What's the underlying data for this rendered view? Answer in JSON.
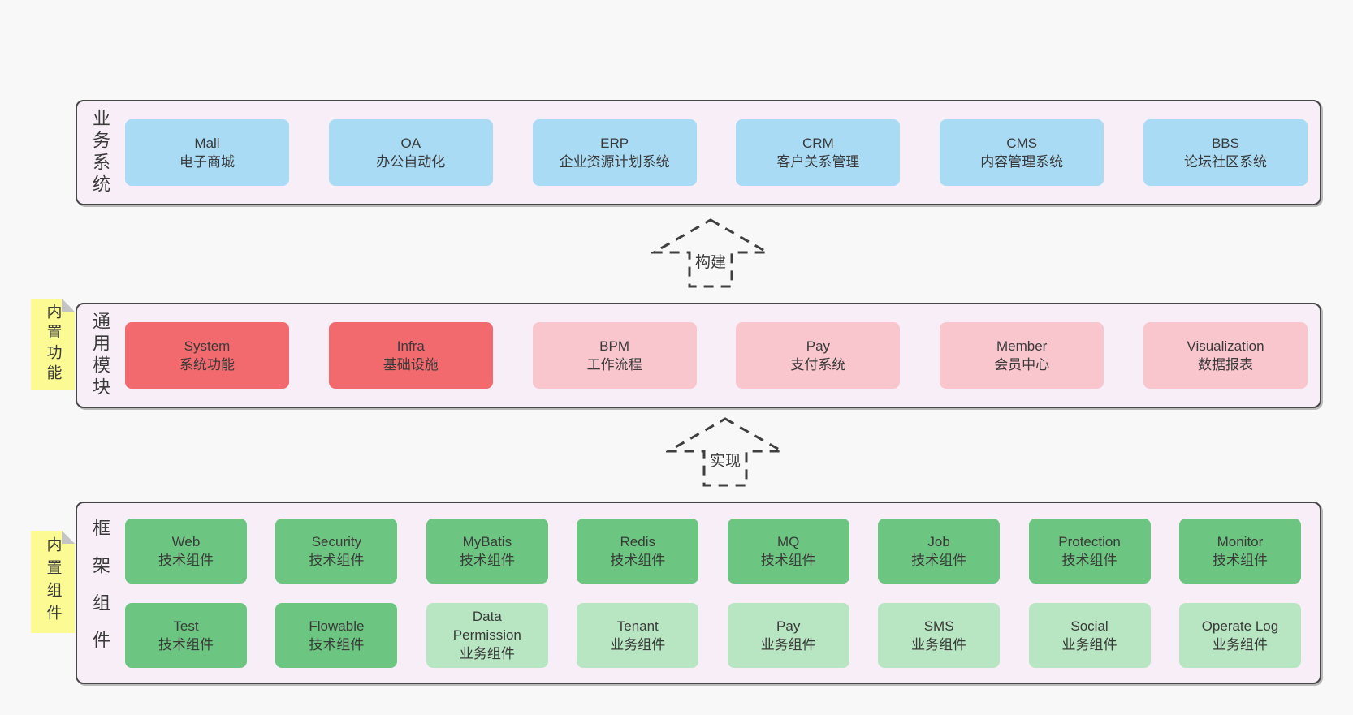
{
  "diagram": {
    "colors": {
      "page_bg": "#f8f8f8",
      "band_bg": "#f8eef7",
      "band_border": "#474747",
      "blue_box": "#a9dbf5",
      "red_box": "#f26a6e",
      "pink_box": "#fac6ce",
      "green_dark_box": "#6cc580",
      "green_light_box": "#b9e6c2",
      "sticky_note": "#fbfa93",
      "text": "#3a3a3a"
    },
    "arrows": [
      {
        "label": "构建"
      },
      {
        "label": "实现"
      }
    ],
    "bands": [
      {
        "title": "业务系统",
        "boxes": [
          {
            "name": "Mall",
            "subtitle": "电子商城"
          },
          {
            "name": "OA",
            "subtitle": "办公自动化"
          },
          {
            "name": "ERP",
            "subtitle": "企业资源计划系统"
          },
          {
            "name": "CRM",
            "subtitle": "客户关系管理"
          },
          {
            "name": "CMS",
            "subtitle": "内容管理系统"
          },
          {
            "name": "BBS",
            "subtitle": "论坛社区系统"
          }
        ]
      },
      {
        "title": "通用模块",
        "sticky": "内置功能",
        "boxes": [
          {
            "name": "System",
            "subtitle": "系统功能"
          },
          {
            "name": "Infra",
            "subtitle": "基础设施"
          },
          {
            "name": "BPM",
            "subtitle": "工作流程"
          },
          {
            "name": "Pay",
            "subtitle": "支付系统"
          },
          {
            "name": "Member",
            "subtitle": "会员中心"
          },
          {
            "name": "Visualization",
            "subtitle": "数据报表"
          }
        ]
      },
      {
        "title": "框架组件",
        "sticky": "内置组件",
        "boxes": [
          {
            "name": "Web",
            "subtitle": "技术组件"
          },
          {
            "name": "Security",
            "subtitle": "技术组件"
          },
          {
            "name": "MyBatis",
            "subtitle": "技术组件"
          },
          {
            "name": "Redis",
            "subtitle": "技术组件"
          },
          {
            "name": "MQ",
            "subtitle": "技术组件"
          },
          {
            "name": "Job",
            "subtitle": "技术组件"
          },
          {
            "name": "Protection",
            "subtitle": "技术组件"
          },
          {
            "name": "Monitor",
            "subtitle": "技术组件"
          },
          {
            "name": "Test",
            "subtitle": "技术组件"
          },
          {
            "name": "Flowable",
            "subtitle": "技术组件"
          },
          {
            "name": "Data Permission",
            "subtitle": "业务组件"
          },
          {
            "name": "Tenant",
            "subtitle": "业务组件"
          },
          {
            "name": "Pay",
            "subtitle": "业务组件"
          },
          {
            "name": "SMS",
            "subtitle": "业务组件"
          },
          {
            "name": "Social",
            "subtitle": "业务组件"
          },
          {
            "name": "Operate Log",
            "subtitle": "业务组件"
          }
        ]
      }
    ]
  }
}
